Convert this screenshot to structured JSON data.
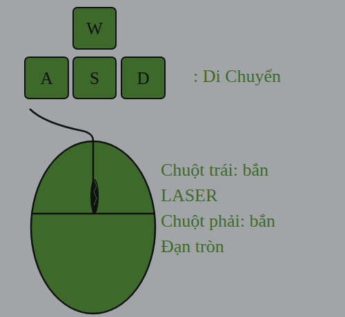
{
  "diagram": {
    "nodes": [
      {
        "text": [
          "W"
        ]
      },
      {
        "text": [
          "A"
        ]
      },
      {
        "text": [
          "S"
        ]
      },
      {
        "text": [
          "D"
        ]
      }
    ],
    "labels": [
      ": Di Chuyển",
      "Chuột trái: bắn LASER",
      "Chuột phải: bắn Đạn tròn"
    ]
  }
}
